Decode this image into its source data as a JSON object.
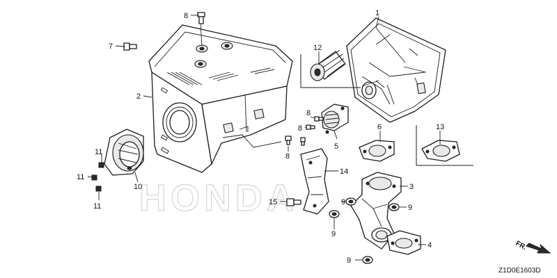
{
  "watermark": "HONDA",
  "direction_marker": "FR.",
  "diagram_code": "Z1D0E1603D",
  "colors": {
    "line": "#1a1a1a",
    "watermark": "#d4d4d4",
    "background": "#ffffff"
  },
  "callouts": {
    "c1": "1",
    "c2": "2",
    "c3": "3",
    "c4": "4",
    "c5": "5",
    "c6": "6",
    "c7": "7",
    "c8a": "8",
    "c8b": "8",
    "c8c": "8",
    "c8d": "8",
    "c9a": "9",
    "c9b": "9",
    "c9c": "9",
    "c9d": "9",
    "c10": "10",
    "c11a": "11",
    "c11b": "11",
    "c11c": "11",
    "c12": "12",
    "c13": "13",
    "c14": "14",
    "c15": "15"
  }
}
